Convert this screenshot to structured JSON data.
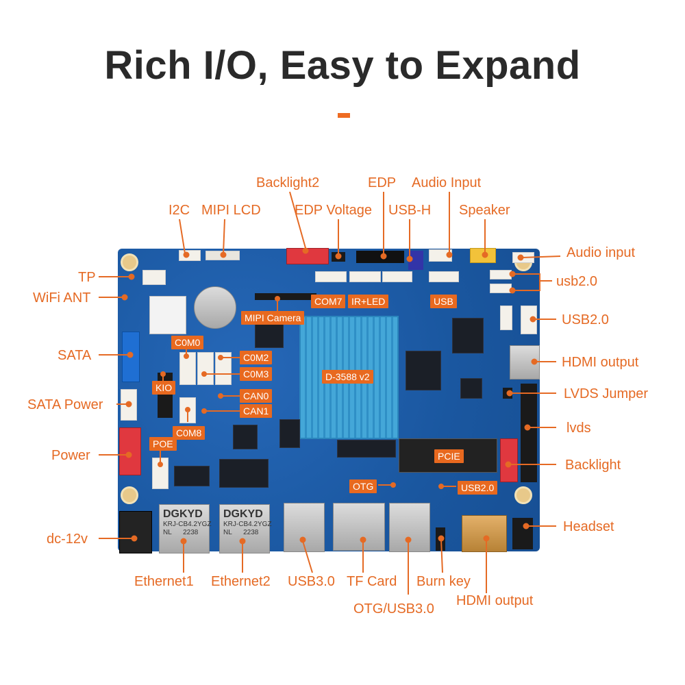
{
  "title": "Rich I/O, Easy to Expand",
  "colors": {
    "accent": "#e56a24",
    "board": "#1c5ca8",
    "heatsink": "#44a7d8",
    "title": "#2a2a2a"
  },
  "labels": {
    "backlight2": "Backlight2",
    "edp": "EDP",
    "audio_input_top": "Audio Input",
    "i2c": "I2C",
    "mipi_lcd": "MIPI LCD",
    "edp_voltage": "EDP Voltage",
    "usb_h": "USB-H",
    "speaker": "Speaker",
    "audio_input_right": "Audio input",
    "tp": "TP",
    "usb20_lower": "usb2.0",
    "wifi_ant": "WiFi ANT",
    "usb20_upper": "USB2.0",
    "sata": "SATA",
    "hdmi_output_right": "HDMI output",
    "lvds_jumper": "LVDS Jumper",
    "sata_power": "SATA Power",
    "lvds": "lvds",
    "power": "Power",
    "backlight": "Backlight",
    "headset": "Headset",
    "dc12v": "dc-12v",
    "ethernet1": "Ethernet1",
    "ethernet2": "Ethernet2",
    "usb30": "USB3.0",
    "tf_card": "TF Card",
    "burn_key": "Burn key",
    "otg_usb30": "OTG/USB3.0",
    "hdmi_output_bottom": "HDMI output"
  },
  "board_tags": {
    "com7": "COM7",
    "ir_led": "IR+LED",
    "usb": "USB",
    "mipi_camera": "MIPI Camera",
    "com0": "C0M0",
    "com2": "C0M2",
    "com3": "C0M3",
    "kio": "KIO",
    "can0": "CAN0",
    "can1": "CAN1",
    "com8": "C0M8",
    "poe": "POE",
    "soc": "D-3588 v2",
    "pcie": "PCIE",
    "otg": "OTG",
    "usb20": "USB2.0"
  },
  "jack_text": {
    "eth1_brand": "DGKYD",
    "eth1_model": "KRJ-CB4.2YGZ",
    "eth1_code": "NL      2238",
    "eth2_brand": "DGKYD",
    "eth2_model": "KRJ-CB4.2YGZ",
    "eth2_code": "NL      2238"
  }
}
